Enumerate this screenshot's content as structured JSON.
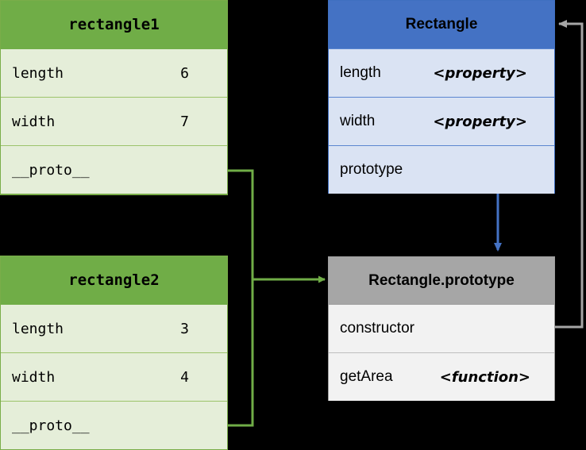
{
  "diagram": {
    "title": "JavaScript prototype chain diagram",
    "background": "#000000",
    "colors": {
      "object_header": "#70ad47",
      "object_body": "#e5eed9",
      "constructor_header": "#4472c4",
      "constructor_body": "#dae3f3",
      "prototype_header": "#a6a6a6",
      "prototype_body": "#f2f2f2",
      "green_link": "#70ad47",
      "blue_link": "#4472c4",
      "gray_link": "#a6a6a6"
    }
  },
  "boxes": {
    "rectangle1": {
      "title": "rectangle1",
      "rows": [
        {
          "key": "length",
          "value": "6"
        },
        {
          "key": "width",
          "value": "7"
        },
        {
          "key": "__proto__",
          "value": ""
        }
      ]
    },
    "rectangle2": {
      "title": "rectangle2",
      "rows": [
        {
          "key": "length",
          "value": "3"
        },
        {
          "key": "width",
          "value": "4"
        },
        {
          "key": "__proto__",
          "value": ""
        }
      ]
    },
    "rectangle_constructor": {
      "title": "Rectangle",
      "rows": [
        {
          "key": "length",
          "value": "<property>"
        },
        {
          "key": "width",
          "value": "<property>"
        },
        {
          "key": "prototype",
          "value": ""
        }
      ]
    },
    "rectangle_prototype": {
      "title": "Rectangle.prototype",
      "rows": [
        {
          "key": "constructor",
          "value": ""
        },
        {
          "key": "getArea",
          "value": "<function>"
        }
      ]
    }
  },
  "links": [
    {
      "name": "rectangle1-proto-to-prototype",
      "from": "rectangle1.__proto__",
      "to": "Rectangle.prototype",
      "color": "#70ad47"
    },
    {
      "name": "rectangle2-proto-to-prototype",
      "from": "rectangle2.__proto__",
      "to": "Rectangle.prototype",
      "color": "#70ad47"
    },
    {
      "name": "prototype-property-to-prototype-object",
      "from": "Rectangle.prototype property",
      "to": "Rectangle.prototype",
      "color": "#4472c4"
    },
    {
      "name": "constructor-to-rectangle",
      "from": "Rectangle.prototype.constructor",
      "to": "Rectangle",
      "color": "#a6a6a6"
    }
  ]
}
